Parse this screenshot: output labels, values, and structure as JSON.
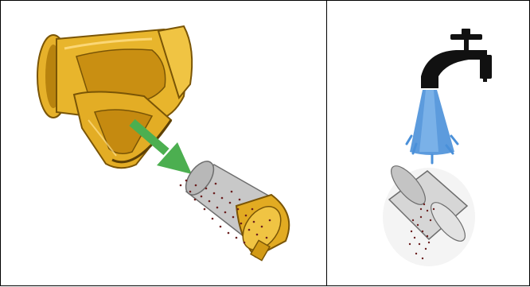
{
  "panels": [
    {
      "name": "strainer-removal",
      "items": [
        "y-strainer-body",
        "green-arrow",
        "strainer-screen"
      ],
      "colors": {
        "brass": "#e1ac22",
        "brass_dark": "#8b6208",
        "arrow": "#4caf50",
        "screen": "#c9c9c9",
        "debris": "#6b1f1f"
      }
    },
    {
      "name": "screen-rinsing",
      "items": [
        "water-faucet",
        "water-spray",
        "strainer-screen"
      ],
      "colors": {
        "faucet": "#111111",
        "water": "#4a90d9",
        "screen": "#d6d6d6",
        "debris": "#6b1f1f"
      }
    }
  ]
}
